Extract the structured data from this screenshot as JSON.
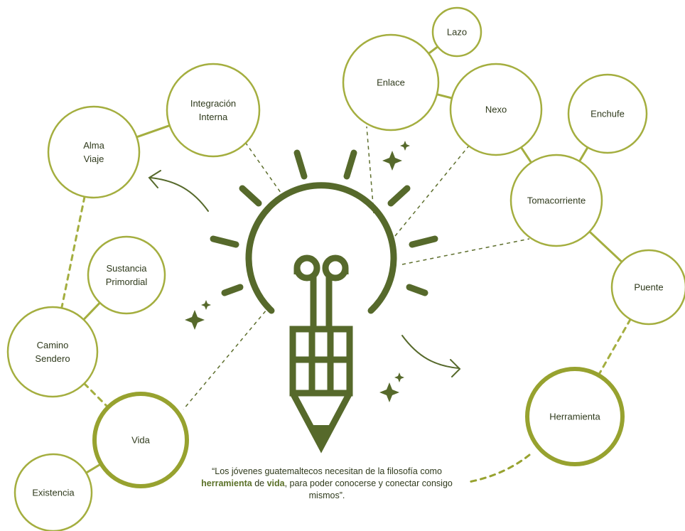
{
  "colors": {
    "circle_stroke": "#a4ae3f",
    "circle_stroke_bold": "#97a22f",
    "bulb_green": "#56692b",
    "dashed_line": "#5d6e2c",
    "text": "#2f3a1c"
  },
  "nodes": [
    {
      "id": "lazo",
      "lines": [
        "Lazo"
      ],
      "emphasis": false
    },
    {
      "id": "enlace",
      "lines": [
        "Enlace"
      ],
      "emphasis": false
    },
    {
      "id": "nexo",
      "lines": [
        "Nexo"
      ],
      "emphasis": false
    },
    {
      "id": "enchufe",
      "lines": [
        "Enchufe"
      ],
      "emphasis": false
    },
    {
      "id": "tomacorriente",
      "lines": [
        "Tomacorriente"
      ],
      "emphasis": false
    },
    {
      "id": "puente",
      "lines": [
        "Puente"
      ],
      "emphasis": false
    },
    {
      "id": "herramienta",
      "lines": [
        "Herramienta"
      ],
      "emphasis": true
    },
    {
      "id": "integracion",
      "lines": [
        "Integración",
        "Interna"
      ],
      "emphasis": false
    },
    {
      "id": "alma",
      "lines": [
        "Alma",
        "Viaje"
      ],
      "emphasis": false
    },
    {
      "id": "sustancia",
      "lines": [
        "Sustancia",
        "Primordial"
      ],
      "emphasis": false
    },
    {
      "id": "camino",
      "lines": [
        "Camino",
        "Sendero"
      ],
      "emphasis": false
    },
    {
      "id": "vida",
      "lines": [
        "Vida"
      ],
      "emphasis": true
    },
    {
      "id": "existencia",
      "lines": [
        "Existencia"
      ],
      "emphasis": false
    }
  ],
  "connections": [
    {
      "from": "lazo",
      "to": "enlace",
      "style": "solid"
    },
    {
      "from": "enlace",
      "to": "nexo",
      "style": "solid"
    },
    {
      "from": "nexo",
      "to": "tomacorriente",
      "style": "solid"
    },
    {
      "from": "enchufe",
      "to": "tomacorriente",
      "style": "solid"
    },
    {
      "from": "tomacorriente",
      "to": "puente",
      "style": "solid"
    },
    {
      "from": "puente",
      "to": "herramienta",
      "style": "dashed"
    },
    {
      "from": "integracion",
      "to": "alma",
      "style": "solid"
    },
    {
      "from": "alma",
      "to": "camino",
      "style": "dashed"
    },
    {
      "from": "sustancia",
      "to": "camino",
      "style": "solid"
    },
    {
      "from": "camino",
      "to": "vida",
      "style": "dashed"
    },
    {
      "from": "vida",
      "to": "existencia",
      "style": "solid"
    }
  ],
  "quote": {
    "part1": "“Los jóvenes guatemaltecos necesitan de la filosofía como ",
    "bold1": "herramienta",
    "part2": " de ",
    "bold2": "vida",
    "part3": ", para poder conocerse y conectar consigo mismos”."
  }
}
